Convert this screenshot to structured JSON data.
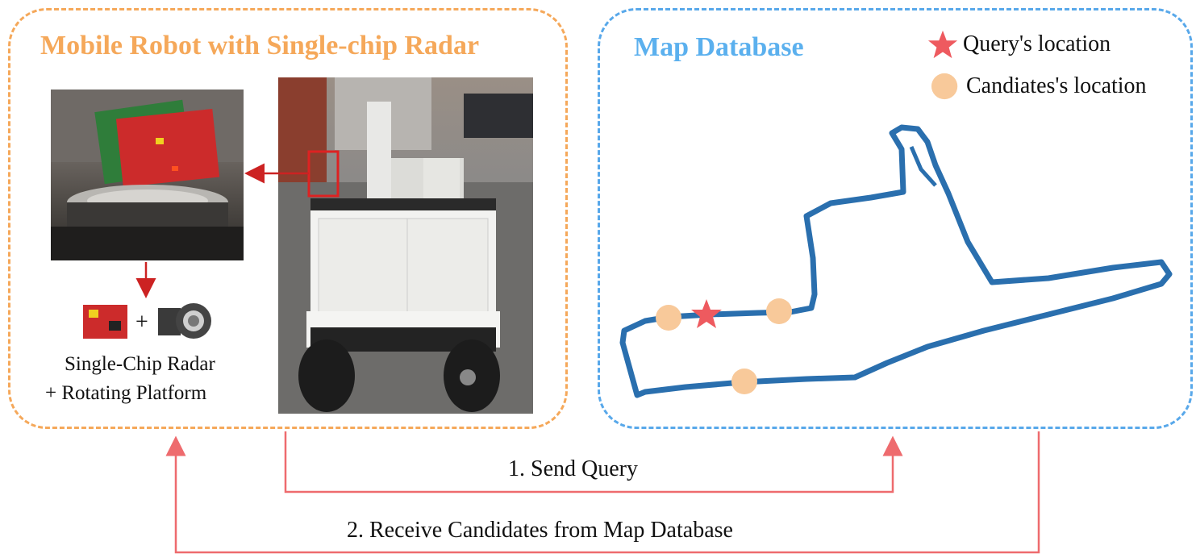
{
  "robot_panel": {
    "title": "Mobile Robot with Single-chip Radar",
    "component_label_line1": "Single-Chip Radar",
    "component_label_line2": "+ Rotating Platform",
    "plus": "+"
  },
  "map_panel": {
    "title": "Map Database",
    "legend": {
      "query": "Query's location",
      "candidates": "Candiates's location"
    }
  },
  "flow": {
    "step1": "1. Send Query",
    "step2": "2. Receive Candidates from Map Database"
  },
  "colors": {
    "robot_accent": "#f5a85a",
    "map_accent": "#58a8ea",
    "arrow": "#ee6b6e",
    "trajectory": "#2a6fae",
    "query_marker": "#ee5a5f",
    "candidate_marker": "#f8c99a",
    "highlight": "#dd2222"
  },
  "icons": {
    "query": "star-icon",
    "candidate": "circle-icon"
  }
}
